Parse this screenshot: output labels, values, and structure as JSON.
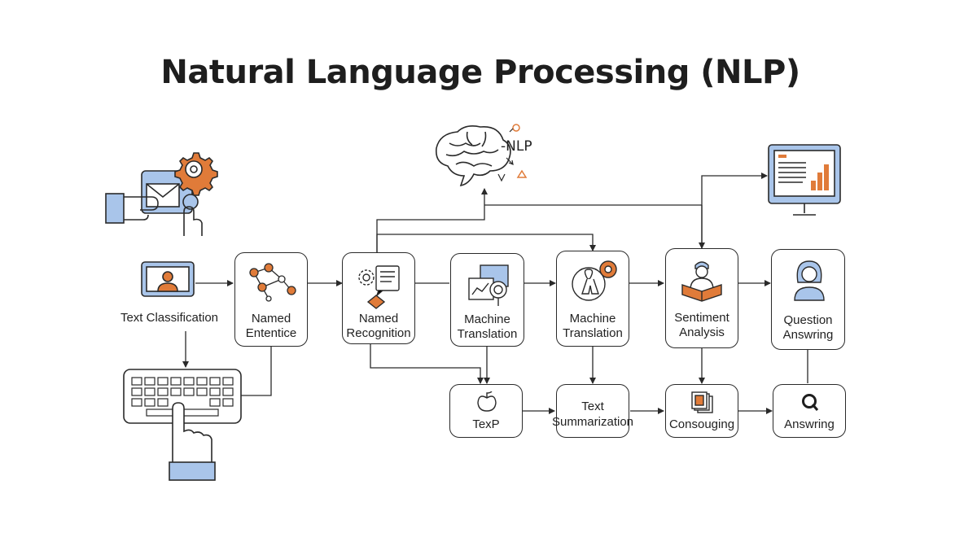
{
  "title": "Natural Language Processing (NLP)",
  "brain_label": "-NLP",
  "top_nodes": [
    {
      "label_line1": "Text Classification",
      "label_line2": "",
      "icon": "monitor-person-icon"
    },
    {
      "label_line1": "Named",
      "label_line2": "Ententice",
      "icon": "network-nodes-icon"
    },
    {
      "label_line1": "Named",
      "label_line2": "Recognition",
      "icon": "gear-document-icon"
    },
    {
      "label_line1": "Machine",
      "label_line2": "Translation",
      "icon": "chart-magnifier-icon"
    },
    {
      "label_line1": "Machine",
      "label_line2": "Translation",
      "icon": "person-target-icon"
    },
    {
      "label_line1": "Sentiment",
      "label_line2": "Analysis",
      "icon": "reader-book-icon"
    },
    {
      "label_line1": "Question",
      "label_line2": "Answring",
      "icon": "person-avatar-icon"
    }
  ],
  "bottom_nodes": [
    {
      "label_line1": "",
      "label_line2": "TexP",
      "icon": "apple-icon"
    },
    {
      "label_line1": "Text",
      "label_line2": "Summarization",
      "icon": ""
    },
    {
      "label_line1": "",
      "label_line2": "Consouging",
      "icon": "document-stack-icon"
    },
    {
      "label_line1": "",
      "label_line2": "Answring",
      "icon": "magnifier-q-icon"
    }
  ],
  "colors": {
    "accent": "#e07b39",
    "blue": "#a9c5ea",
    "stroke": "#2a2a2a"
  }
}
